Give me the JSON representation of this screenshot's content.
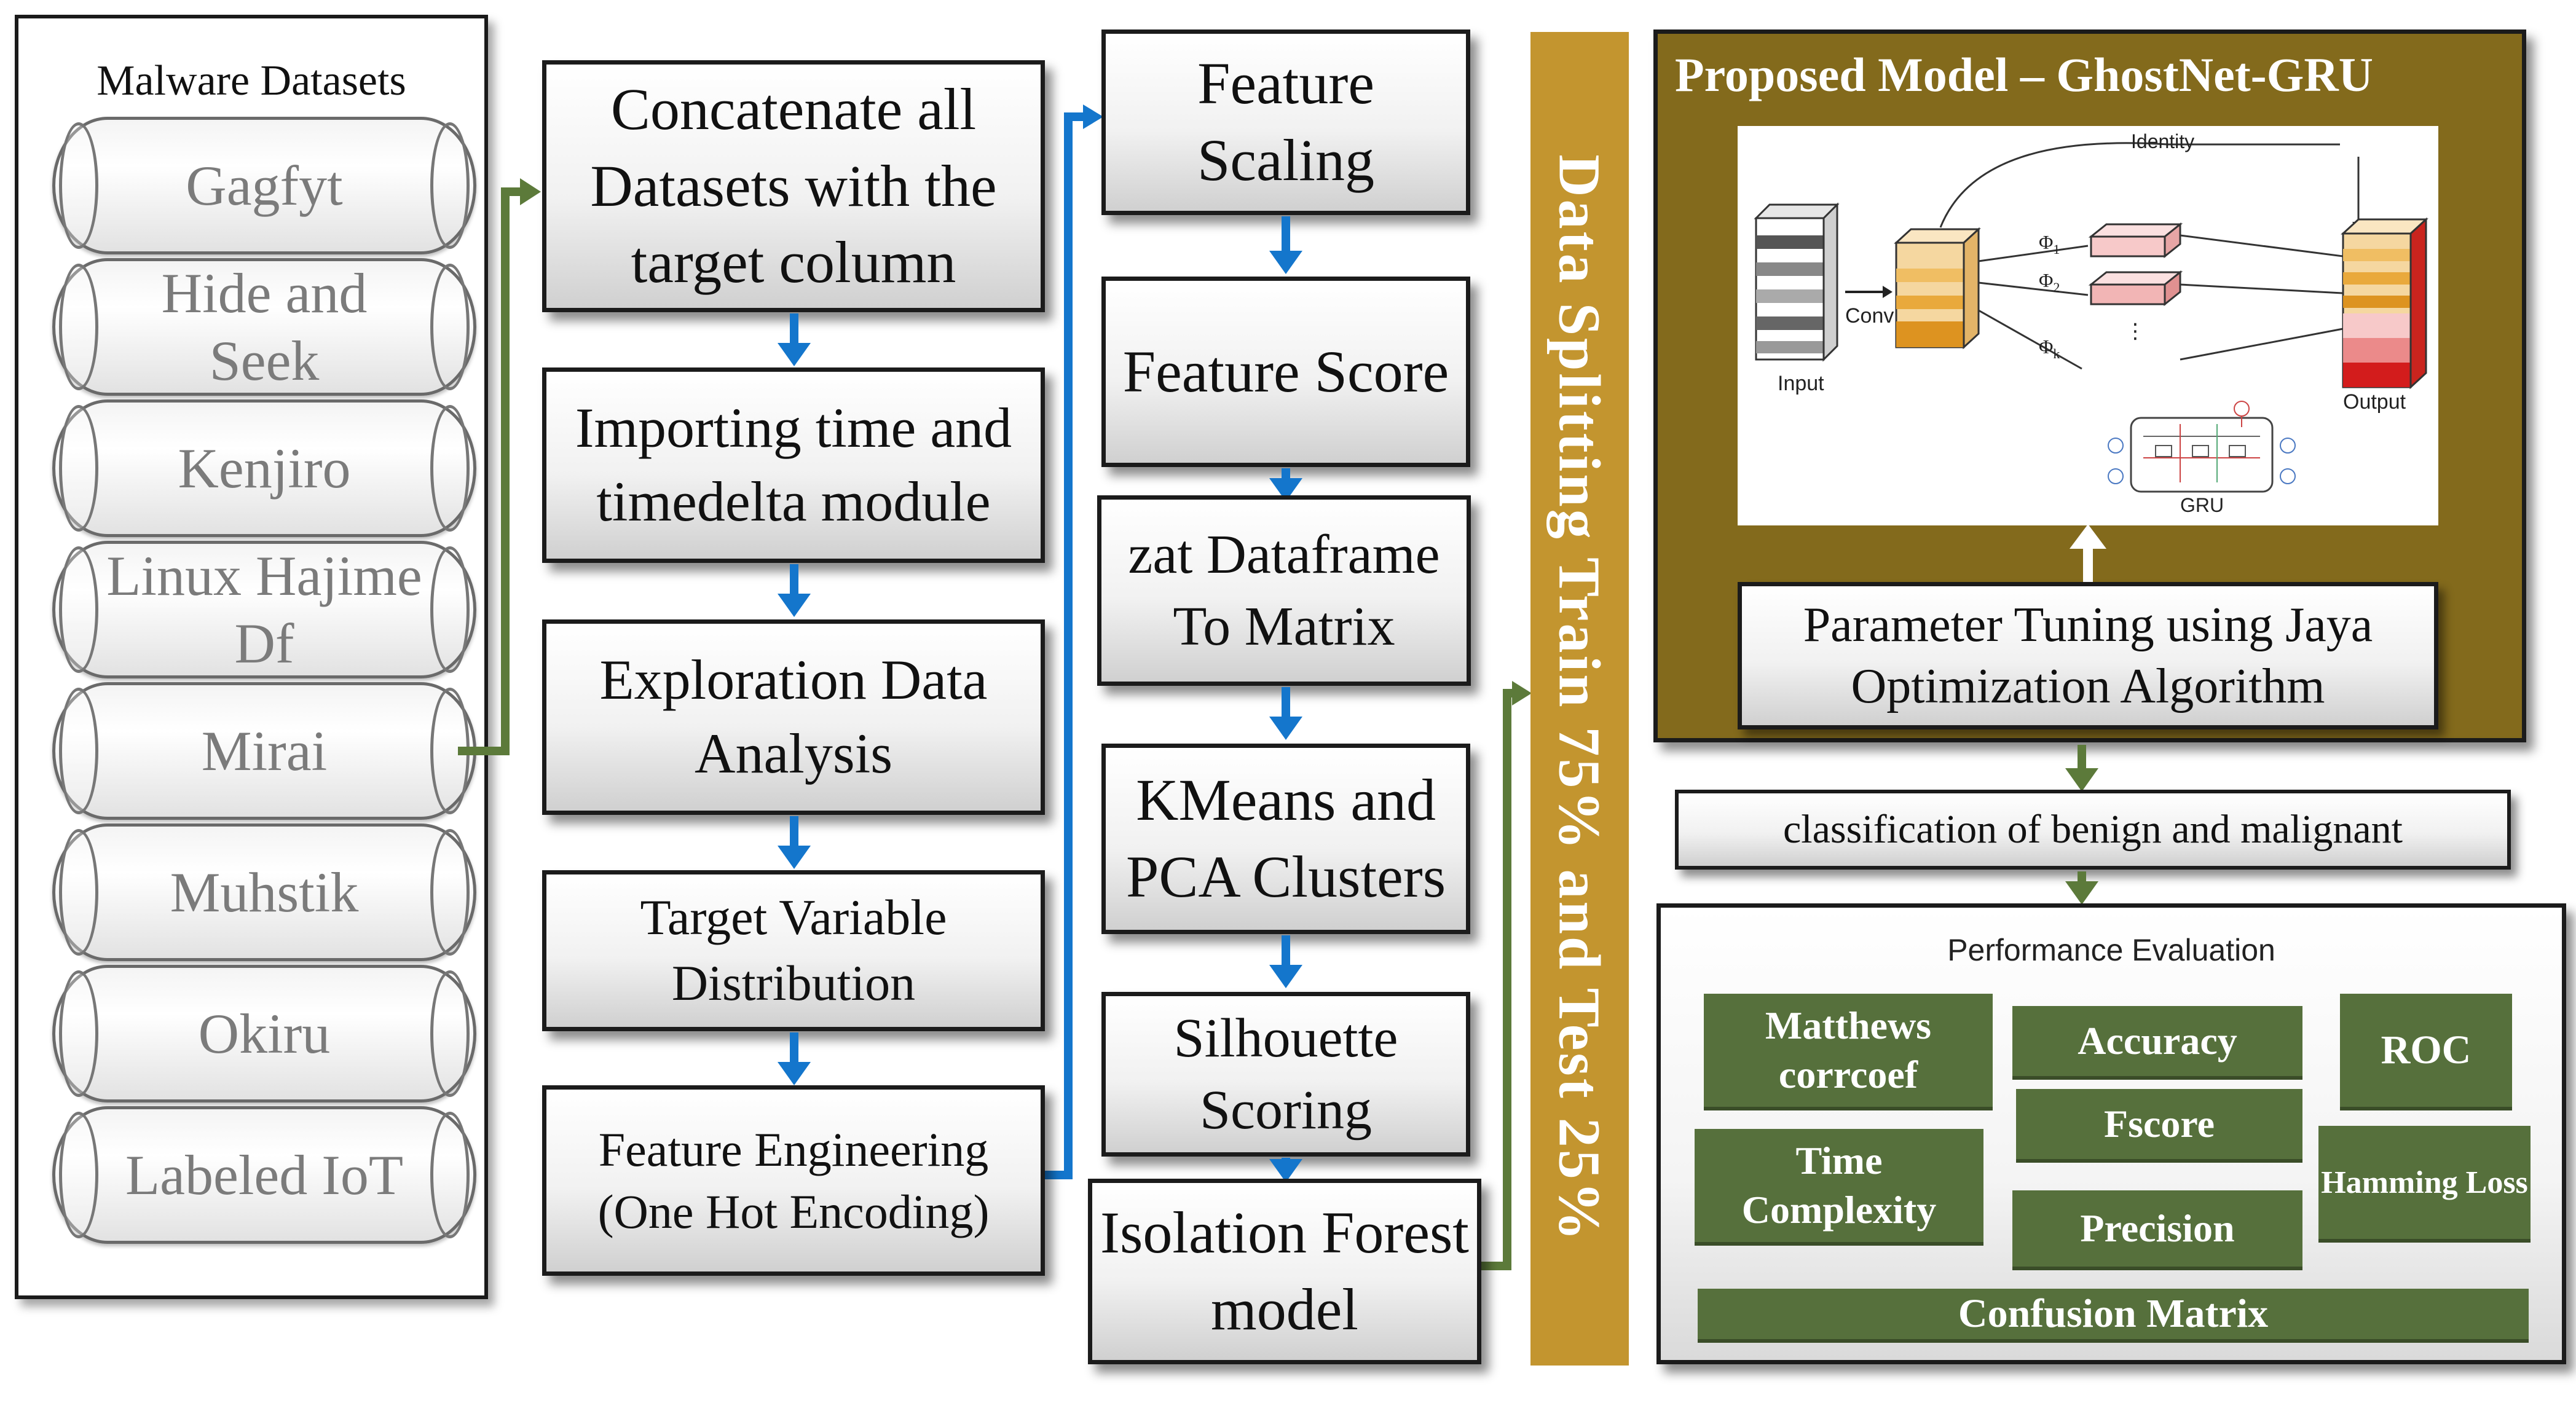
{
  "datasets": {
    "title": "Malware Datasets",
    "items": [
      "Gagfyt",
      "Hide and\nSeek",
      "Kenjiro",
      "Linux Hajime\nDf",
      "Mirai",
      "Muhstik",
      "Okiru",
      "Labeled IoT"
    ]
  },
  "pipeline_left": [
    "Concatenate all Datasets with the target column",
    "Importing time and timedelta module",
    "Exploration Data Analysis",
    "Target Variable Distribution",
    "Feature Engineering (One Hot Encoding)"
  ],
  "pipeline_mid": [
    "Feature Scaling",
    "Feature Score",
    "zat Dataframe To Matrix",
    "KMeans and PCA Clusters",
    "Silhouette Scoring",
    "Isolation Forest model"
  ],
  "split_label": "Data Splitting Train 75% and Test 25%",
  "model": {
    "title": "Proposed Model – GhostNet-GRU",
    "figure": {
      "identity": "Identity",
      "conv": "Conv",
      "input": "Input",
      "output": "Output",
      "phi1": "Φ",
      "phi1_sub": "1",
      "phi2": "Φ",
      "phi2_sub": "2",
      "phik": "Φ",
      "phik_sub": "k",
      "dots": "⋮",
      "gru": "GRU"
    },
    "tuning": "Parameter Tuning using Jaya Optimization Algorithm"
  },
  "classification": "classification of benign and malignant",
  "performance": {
    "title": "Performance Evaluation",
    "metrics": {
      "matthews": "Matthews corrcoef",
      "accuracy": "Accuracy",
      "roc": "ROC",
      "time": "Time Complexity",
      "fscore": "Fscore",
      "hamming": "Hamming Loss",
      "precision": "Precision",
      "confusion": "Confusion Matrix"
    }
  },
  "colors": {
    "blue_arrow": "#1476cc",
    "green_arrow": "#5c7a3a",
    "split_bar": "#c3952f",
    "model_panel": "#836a1c",
    "metric_box": "#56703c"
  }
}
